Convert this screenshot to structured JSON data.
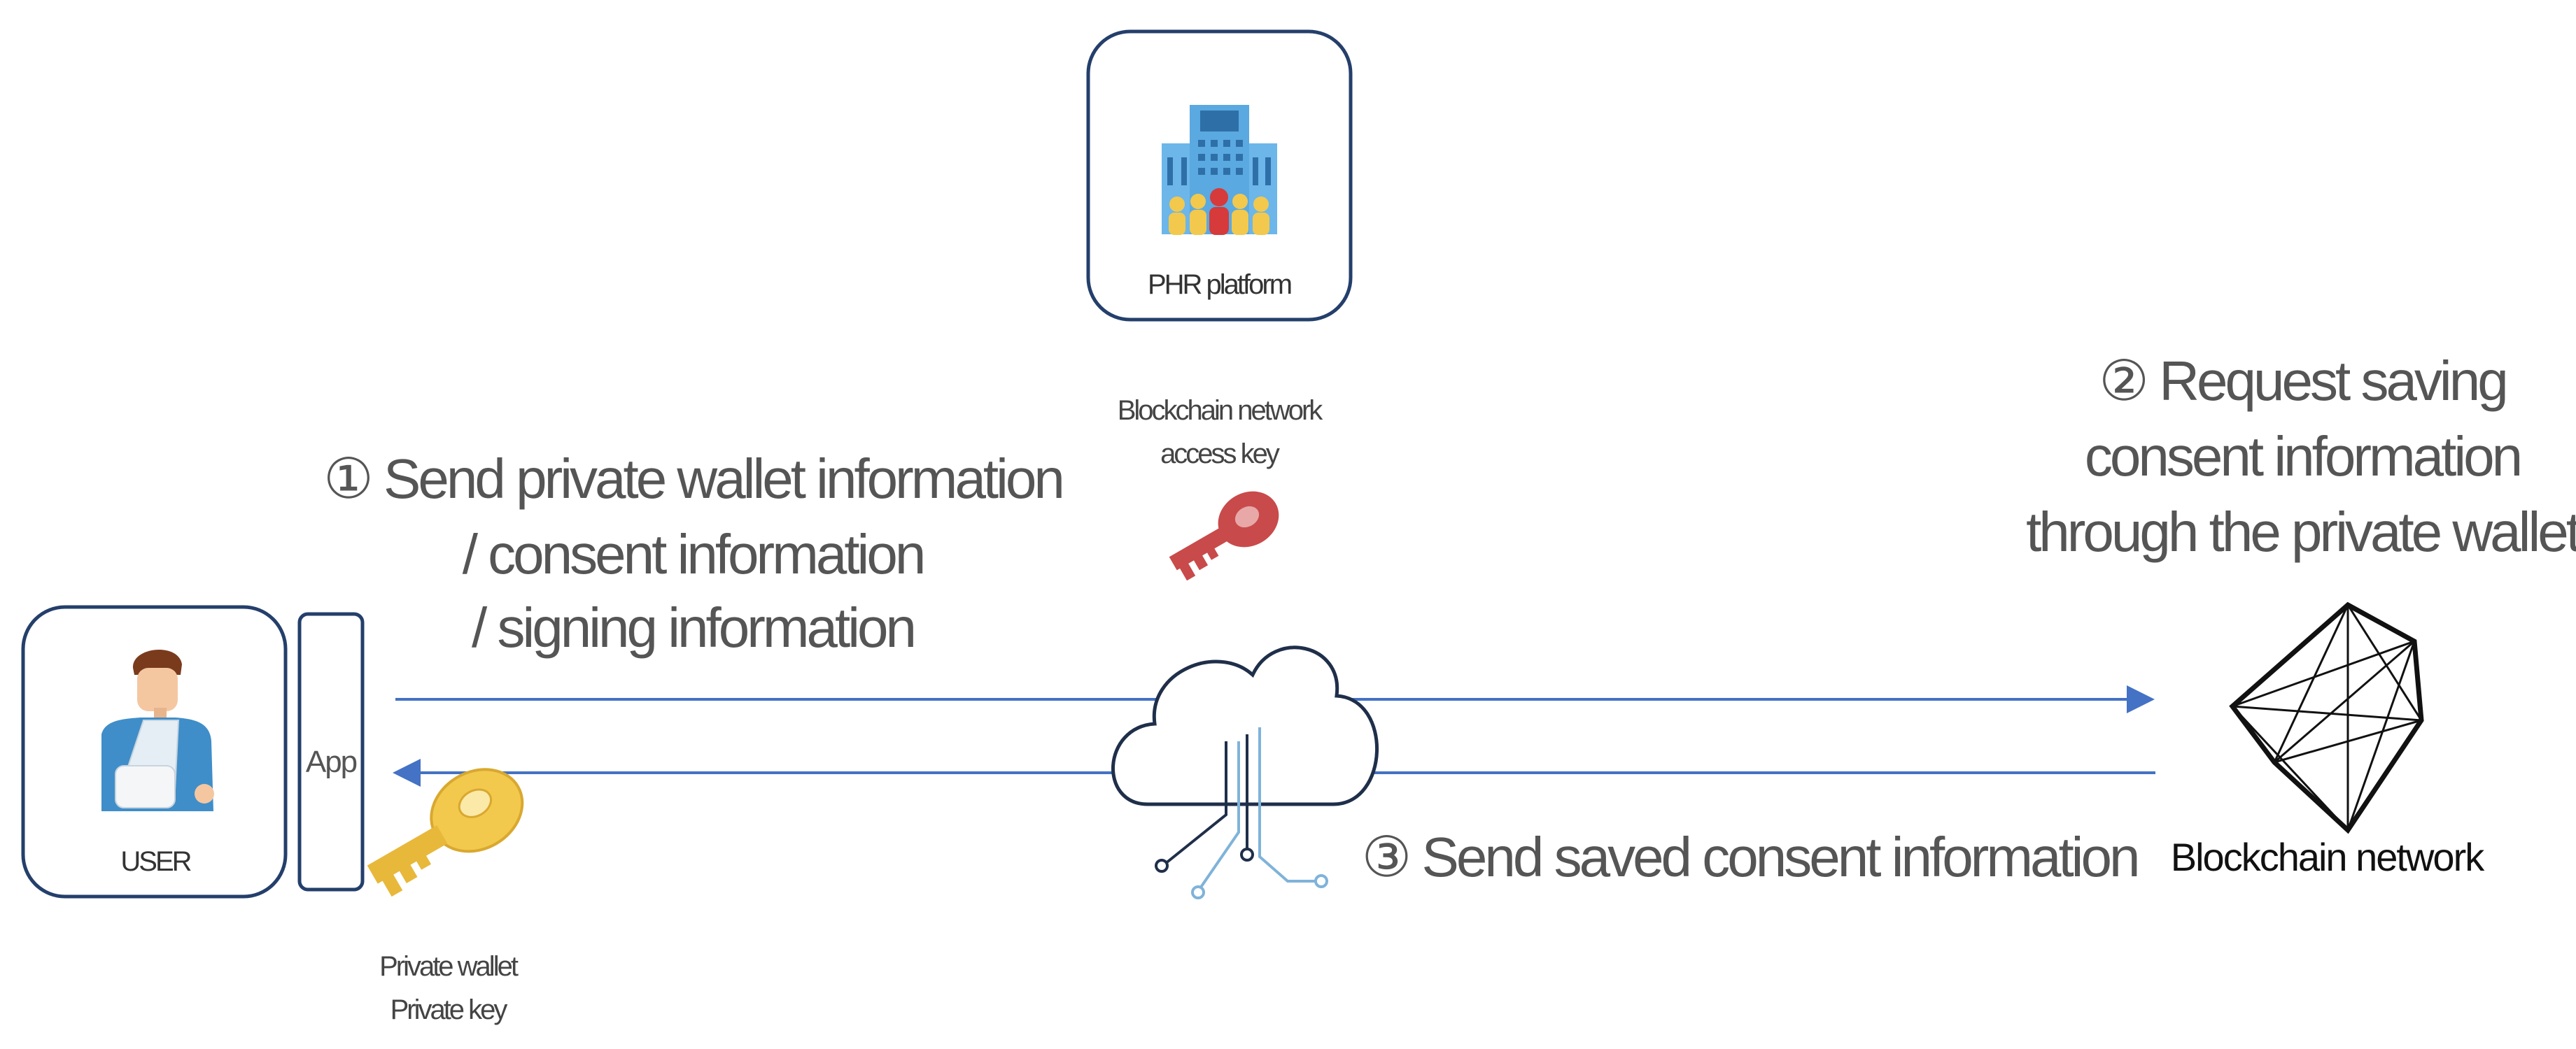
{
  "colors": {
    "box_border": "#243f6b",
    "arrow": "#4472c4",
    "text_gray": "#555555",
    "text_black": "#111111",
    "gold_key": "#f2c94c",
    "red_key": "#c94a4a",
    "building": "#5aa9e0",
    "cloud_stroke": "#1f2f4a",
    "circuit_light": "#7fb3d9"
  },
  "nodes": {
    "phr": {
      "label": "PHR platform",
      "icon": "hospital-building-icon"
    },
    "user": {
      "label": "USER",
      "icon": "injured-person-icon"
    },
    "app": {
      "label": "App"
    },
    "blockchain": {
      "label": "Blockchain network",
      "icon": "hexagon-network-icon"
    },
    "cloud": {
      "icon": "cloud-circuit-icon"
    }
  },
  "keys": {
    "access": {
      "line1": "Blockchain network",
      "line2": "access key",
      "icon": "red-key-icon"
    },
    "private": {
      "line1": "Private wallet",
      "line2": "Private key",
      "icon": "gold-key-icon"
    }
  },
  "steps": {
    "step1": {
      "line1": "① Send private wallet information",
      "line2": "/ consent information",
      "line3": "/ signing information"
    },
    "step2": {
      "line1": "② Request saving",
      "line2": "consent information",
      "line3": "through the private wallet"
    },
    "step3": {
      "line1": "③ Send saved consent information"
    }
  }
}
